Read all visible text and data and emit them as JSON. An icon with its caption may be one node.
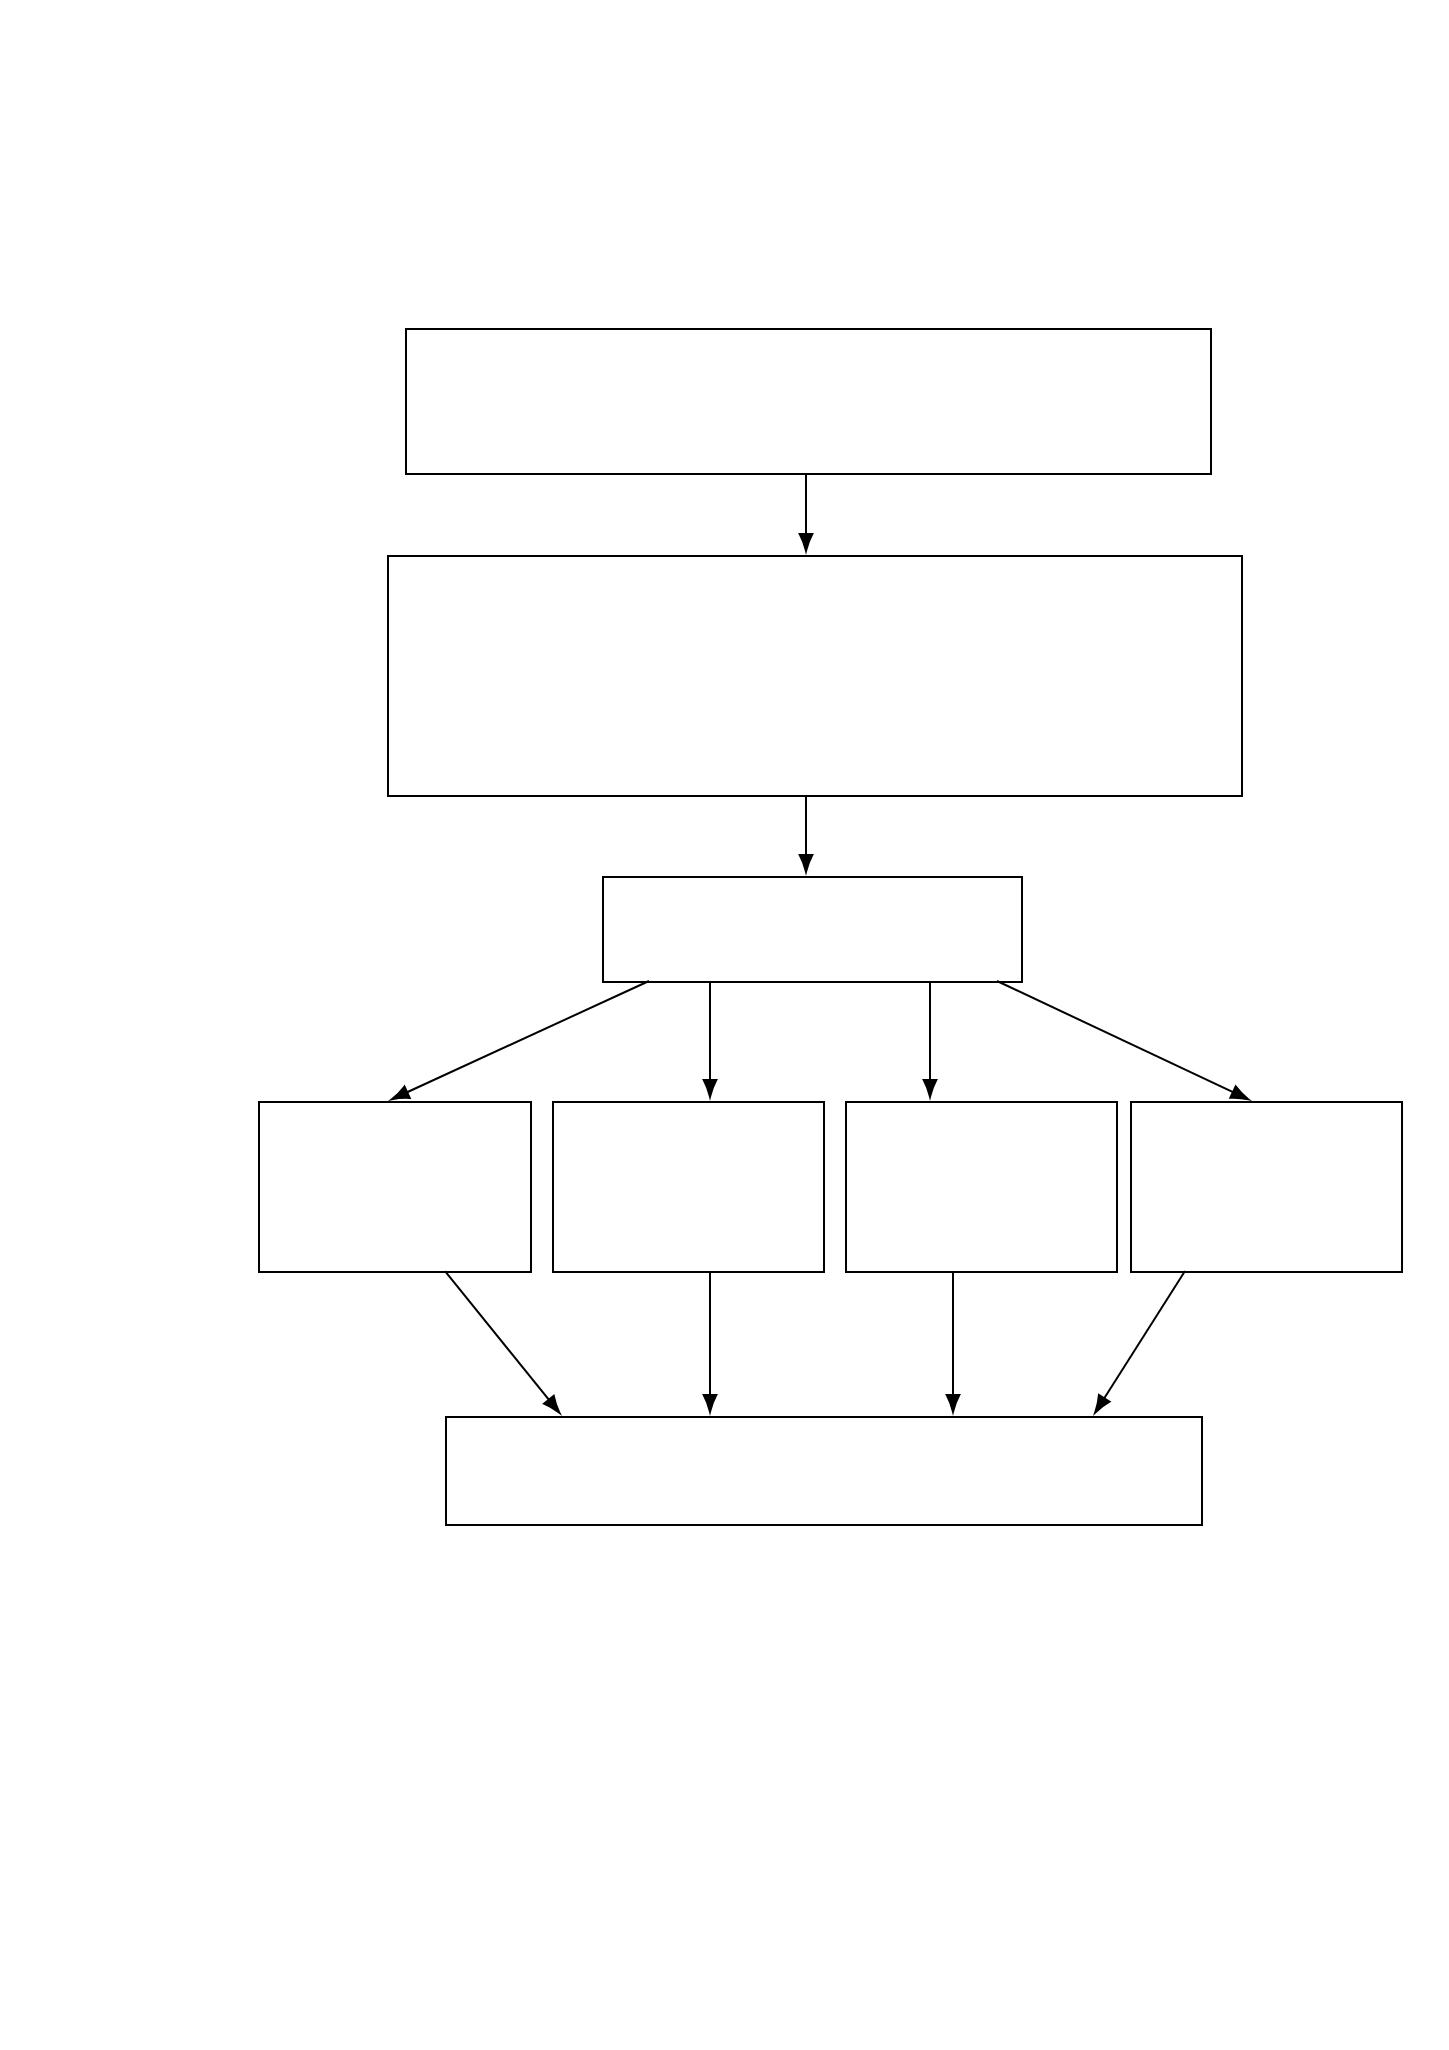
{
  "diagram": {
    "nodes": [
      {
        "text": [],
        "shape": "box"
      },
      {
        "text": [],
        "shape": "box"
      },
      {
        "text": [],
        "shape": "box"
      },
      {
        "text": [],
        "shape": "box"
      },
      {
        "text": [],
        "shape": "box"
      },
      {
        "text": [],
        "shape": "box"
      },
      {
        "text": [],
        "shape": "box"
      },
      {
        "text": [],
        "shape": "box"
      }
    ],
    "edges": [
      {
        "from": 0,
        "to": 1,
        "arrow": "to"
      },
      {
        "from": 1,
        "to": 2,
        "arrow": "to"
      },
      {
        "from": 2,
        "to": 3,
        "arrow": "to"
      },
      {
        "from": 2,
        "to": 4,
        "arrow": "to"
      },
      {
        "from": 2,
        "to": 5,
        "arrow": "to"
      },
      {
        "from": 2,
        "to": 6,
        "arrow": "to"
      },
      {
        "from": 3,
        "to": 7,
        "arrow": "to"
      },
      {
        "from": 4,
        "to": 7,
        "arrow": "to"
      },
      {
        "from": 5,
        "to": 7,
        "arrow": "to"
      },
      {
        "from": 6,
        "to": 7,
        "arrow": "to"
      }
    ]
  }
}
